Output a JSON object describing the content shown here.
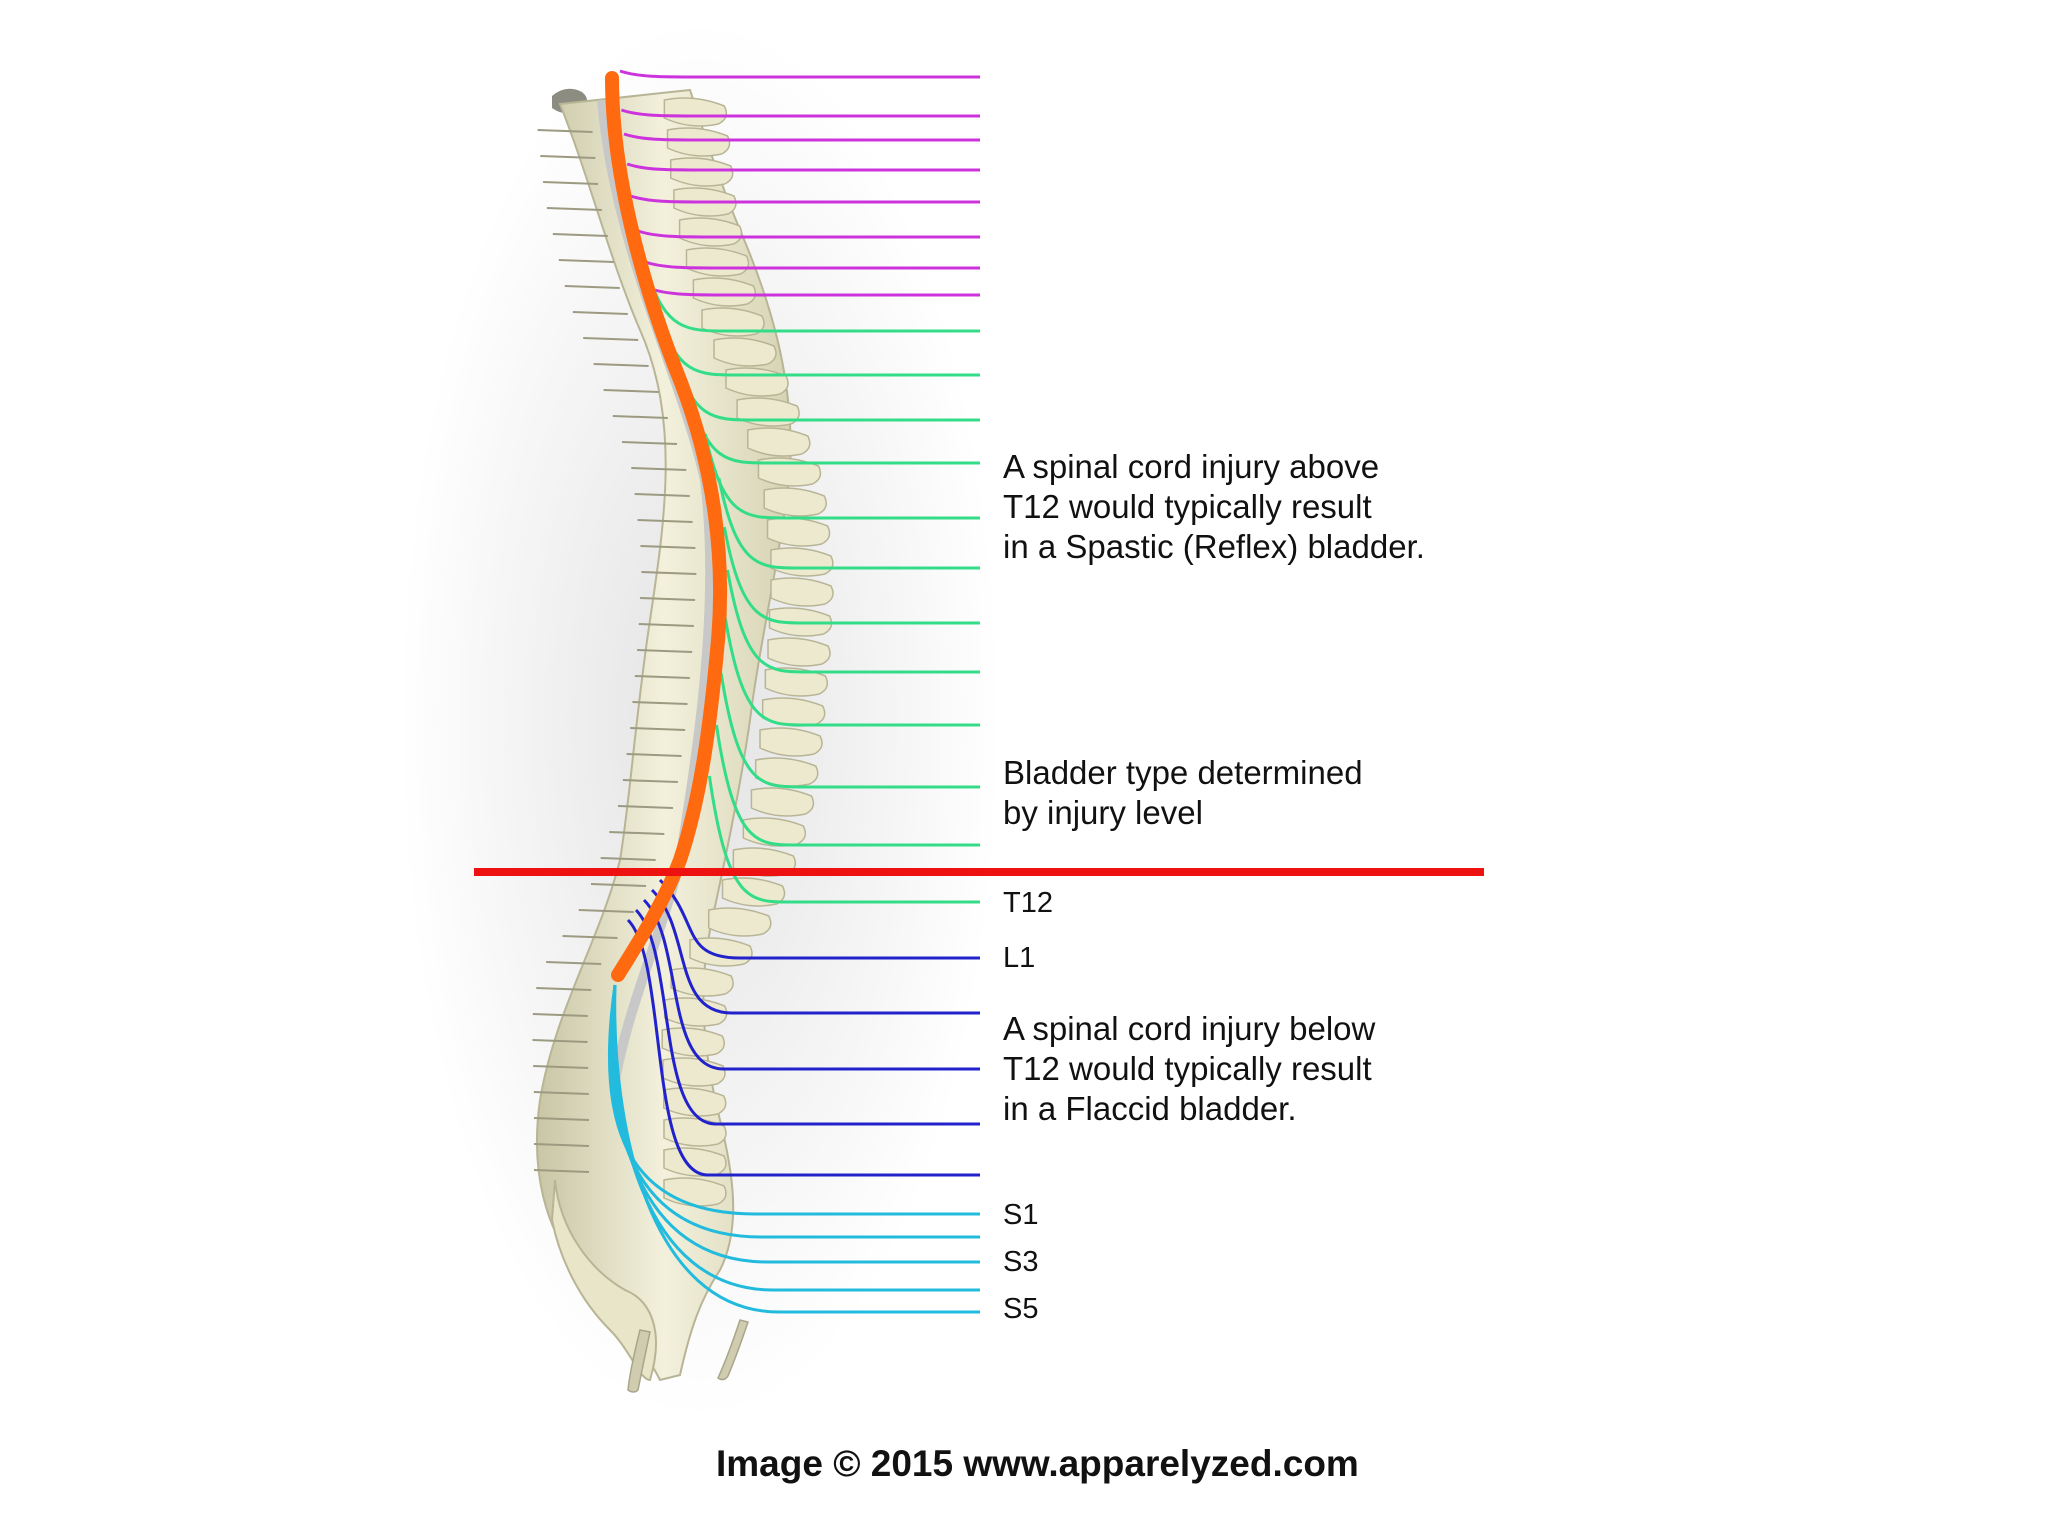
{
  "notes": {
    "above": {
      "line1": "A spinal cord injury above",
      "line2": "T12 would typically result",
      "line3": "in a Spastic (Reflex) bladder."
    },
    "middle": {
      "line1": "Bladder type determined",
      "line2": "by injury level"
    },
    "below": {
      "line1": "A spinal cord injury below",
      "line2": "T12 would typically result",
      "line3": "in a Flaccid bladder."
    }
  },
  "levels": {
    "t12": "T12",
    "l1": "L1",
    "s1": "S1",
    "s3": "S3",
    "s5": "S5"
  },
  "credit": "Image © 2015 www.apparelyzed.com",
  "colors": {
    "cervical_nerves": "#cc33dd",
    "thoracic_nerves": "#33dd88",
    "lumbar_nerves": "#2222cc",
    "sacral_nerves": "#22bbdd",
    "spinal_cord": "#ff6a10",
    "injury_line": "#ee1111",
    "bone": "#ece9cf",
    "bone_edge": "#b8b596"
  }
}
